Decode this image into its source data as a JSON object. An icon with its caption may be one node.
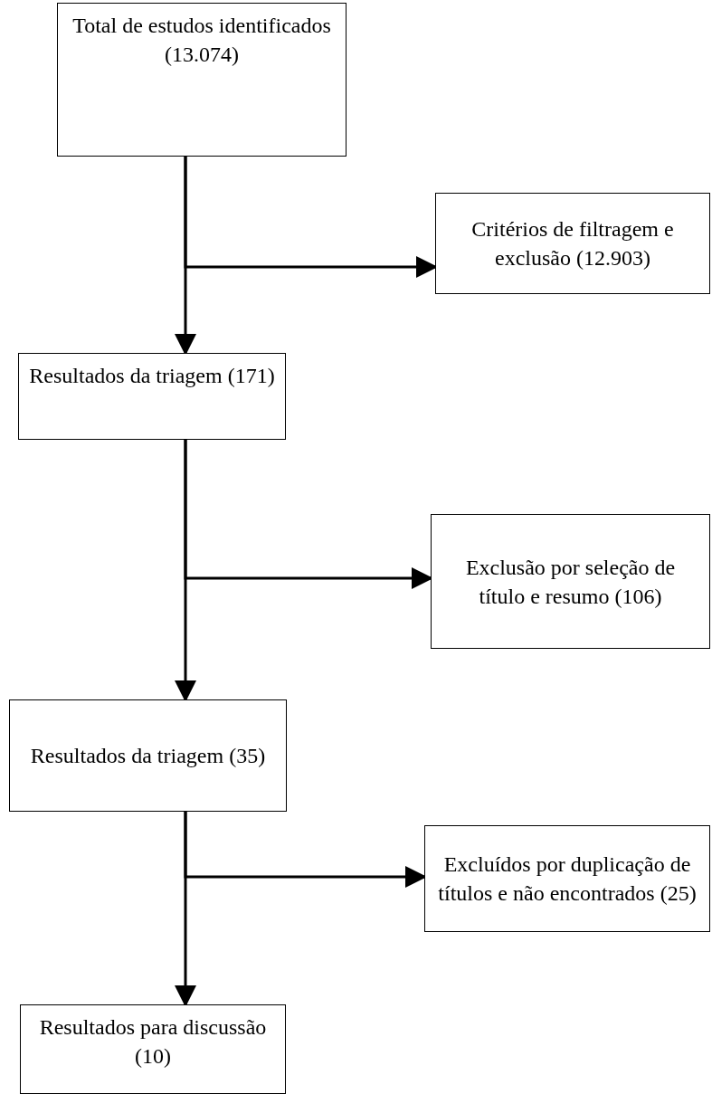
{
  "diagram": {
    "nodes": [
      {
        "text": [
          "Total de estudos identificados (13.074)"
        ]
      },
      {
        "text": [
          "Critérios de filtragem e exclusão (12.903)"
        ]
      },
      {
        "text": [
          "Resultados da triagem (171)"
        ]
      },
      {
        "text": [
          "Exclusão por seleção de título e resumo (106)"
        ]
      },
      {
        "text": [
          "Resultados da triagem (35)"
        ]
      },
      {
        "text": [
          "Excluídos por duplicação de títulos e não encontrados (25)"
        ]
      },
      {
        "text": [
          "Resultados para discussão (10)"
        ]
      }
    ],
    "edges": [
      {
        "from": 0,
        "to": 1,
        "arrow": "to"
      },
      {
        "from": 0,
        "to": 2,
        "arrow": "to"
      },
      {
        "from": 2,
        "to": 3,
        "arrow": "to"
      },
      {
        "from": 2,
        "to": 4,
        "arrow": "to"
      },
      {
        "from": 4,
        "to": 5,
        "arrow": "to"
      },
      {
        "from": 4,
        "to": 6,
        "arrow": "to"
      }
    ]
  }
}
